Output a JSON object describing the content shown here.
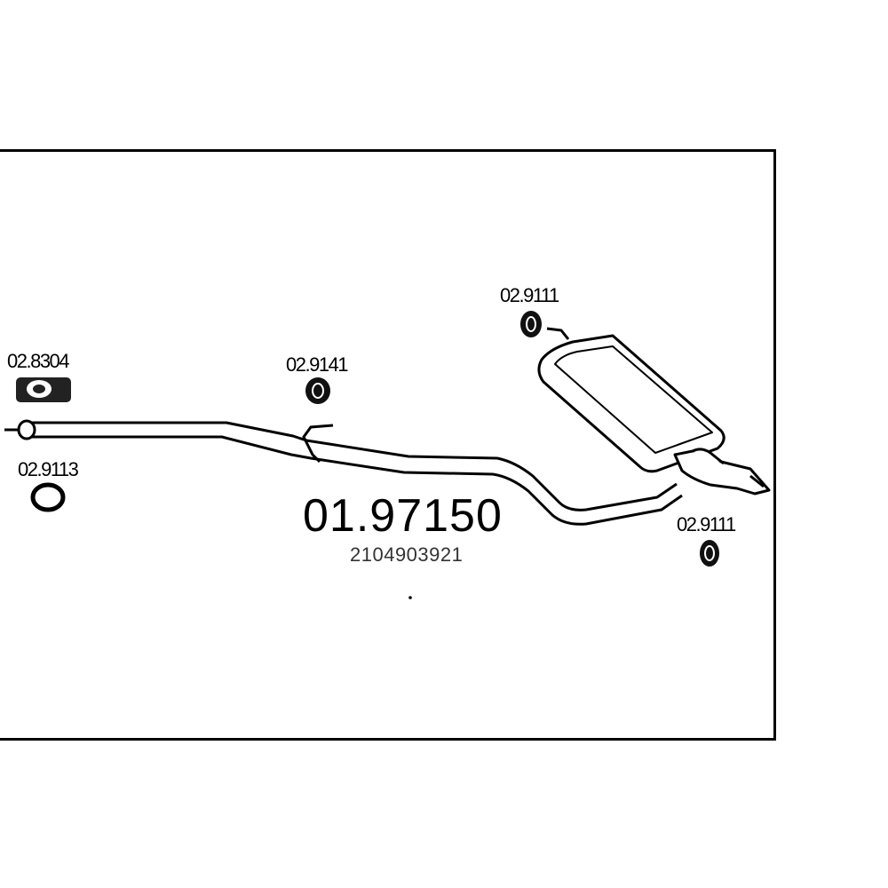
{
  "part_number": "01.97150",
  "oem_number": "2104903921",
  "accessories": {
    "clamp": "02.8304",
    "ring_gasket": "02.9113",
    "rubber_mount_center": "02.9141",
    "rubber_mount_rear_top": "02.9111",
    "rubber_mount_rear_bottom": "02.9111"
  }
}
